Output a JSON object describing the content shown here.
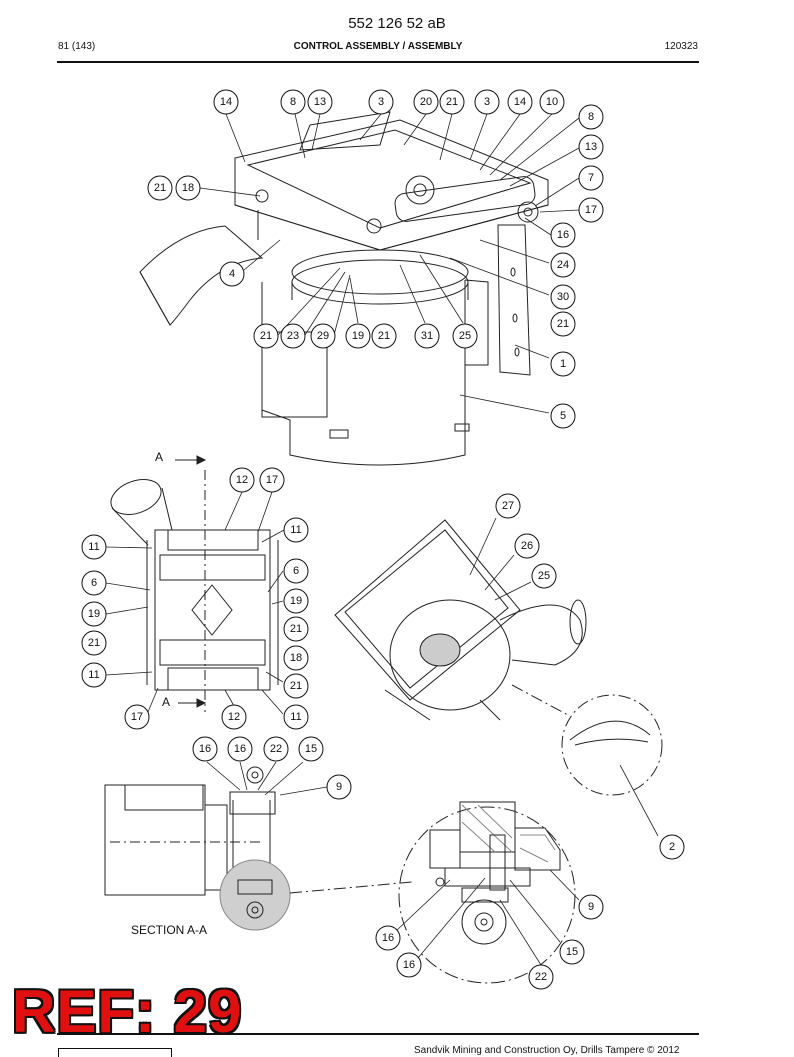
{
  "header": {
    "doc_number": "552 126 52 aB",
    "page": "81 (143)",
    "title": "CONTROL ASSEMBLY / ASSEMBLY",
    "date_code": "120323"
  },
  "callouts": {
    "top": [
      "14",
      "8",
      "13",
      "3",
      "20",
      "21",
      "3",
      "14",
      "10",
      "8",
      "13",
      "7",
      "17",
      "16",
      "24",
      "30",
      "21",
      "1",
      "5",
      "21",
      "18",
      "4",
      "21",
      "23",
      "29",
      "19",
      "21",
      "31",
      "25"
    ],
    "middle_left": [
      "12",
      "17",
      "11",
      "11",
      "6",
      "6",
      "19",
      "19",
      "21",
      "21",
      "18",
      "21",
      "11",
      "11",
      "17",
      "12"
    ],
    "middle_right": [
      "27",
      "26",
      "25",
      "2"
    ],
    "bottom_left": [
      "16",
      "16",
      "22",
      "15",
      "9"
    ],
    "bottom_right": [
      "9",
      "16",
      "15",
      "16",
      "22"
    ]
  },
  "section_markers": {
    "top": "A",
    "bottom": "A"
  },
  "section_label": "SECTION A-A",
  "stamp": "REF: 29",
  "footer": {
    "copyright": "Sandvik Mining and Construction Oy, Drills Tampere © 2012"
  }
}
